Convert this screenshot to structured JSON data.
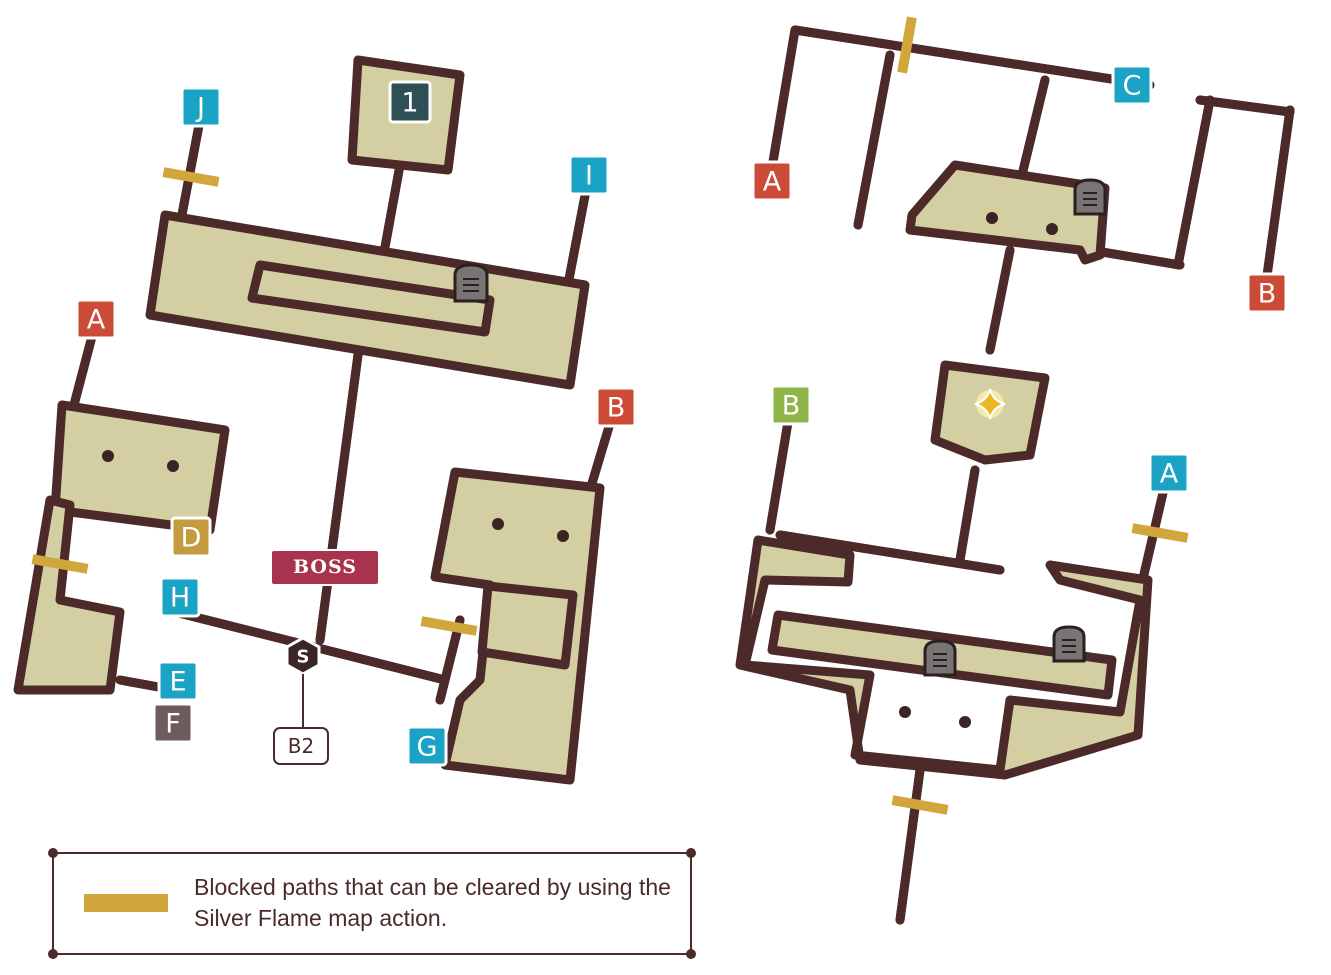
{
  "colors": {
    "floor": "#d4cfa3",
    "wall": "#4c2a2a",
    "blocked_path": "#d1a63b",
    "marker_red": "#cc4b37",
    "marker_cyan": "#1aa3c4",
    "marker_gold": "#c49b3e",
    "marker_gray": "#6e5c5c",
    "marker_green": "#8fb447",
    "marker_stair": "#2f4f56",
    "boss": "#a8334f"
  },
  "left_map": {
    "markers": [
      {
        "label": "J",
        "color": "cyan"
      },
      {
        "label": "1",
        "color": "stair"
      },
      {
        "label": "I",
        "color": "cyan"
      },
      {
        "label": "A",
        "color": "red"
      },
      {
        "label": "B",
        "color": "red"
      },
      {
        "label": "D",
        "color": "gold"
      },
      {
        "label": "H",
        "color": "cyan"
      },
      {
        "label": "E",
        "color": "cyan"
      },
      {
        "label": "F",
        "color": "gray"
      },
      {
        "label": "G",
        "color": "cyan"
      }
    ],
    "boss_label": "BOSS",
    "floor_label": "B2",
    "icons": [
      "tombstone-icon",
      "save-point-icon"
    ]
  },
  "right_map": {
    "markers": [
      {
        "label": "A",
        "color": "red"
      },
      {
        "label": "C",
        "color": "cyan"
      },
      {
        "label": "B",
        "color": "red"
      },
      {
        "label": "B",
        "color": "green"
      },
      {
        "label": "A",
        "color": "cyan"
      }
    ],
    "icons": [
      "tombstone-icon",
      "crystal-icon"
    ]
  },
  "legend": {
    "text": "Blocked paths that can be cleared by using the Silver Flame map action."
  }
}
